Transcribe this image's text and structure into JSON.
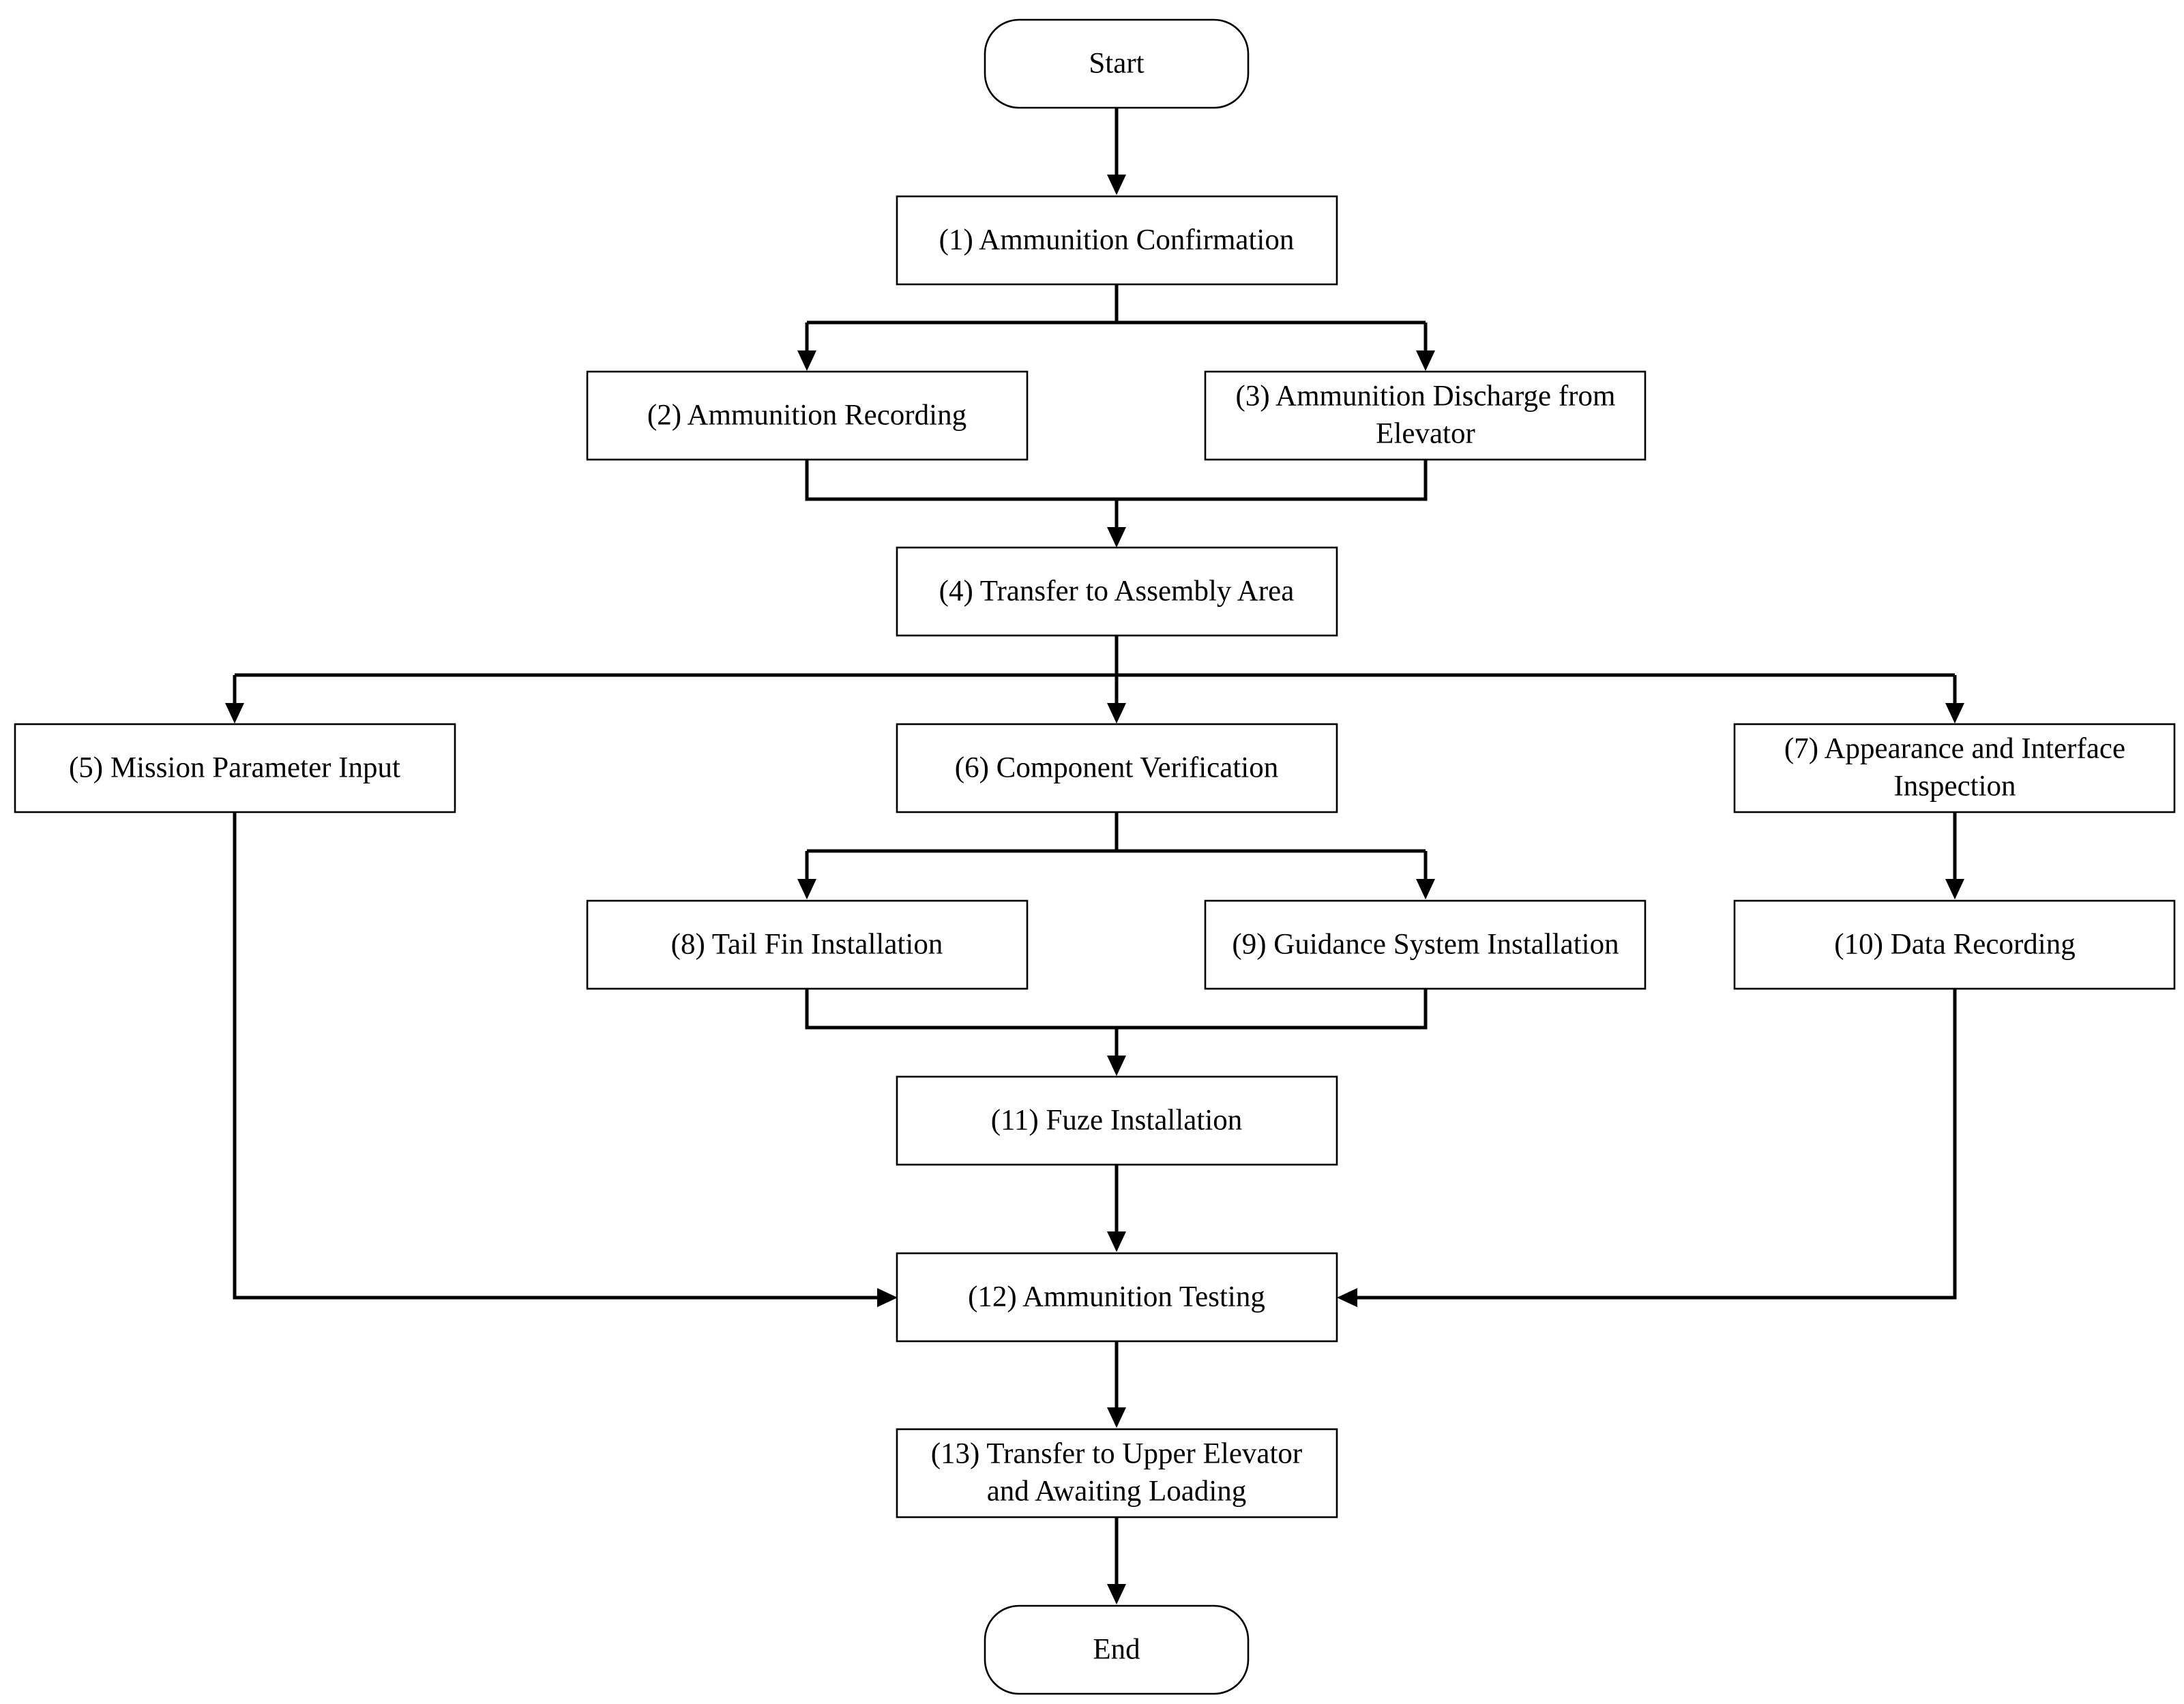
{
  "nodes": {
    "start": "Start",
    "n1": "(1) Ammunition Confirmation",
    "n2": "(2) Ammunition Recording",
    "n3_line1": "(3) Ammunition Discharge from",
    "n3_line2": "Elevator",
    "n4": "(4) Transfer to Assembly Area",
    "n5": "(5) Mission Parameter Input",
    "n6": "(6) Component Verification",
    "n7_line1": "(7) Appearance and Interface",
    "n7_line2": "Inspection",
    "n8": "(8) Tail Fin Installation",
    "n9": "(9) Guidance System Installation",
    "n10": "(10) Data Recording",
    "n11": "(11) Fuze Installation",
    "n12": "(12) Ammunition Testing",
    "n13_line1": "(13) Transfer to Upper Elevator",
    "n13_line2": "and Awaiting Loading",
    "end": "End"
  }
}
